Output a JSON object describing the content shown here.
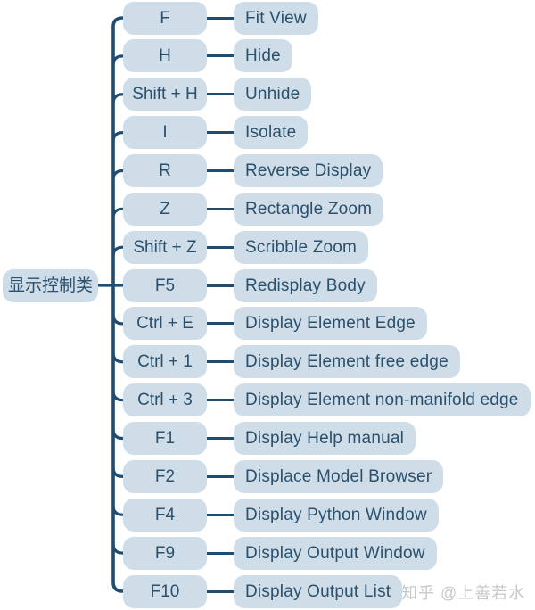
{
  "diagram": {
    "root": {
      "label": "显示控制类"
    },
    "rows": [
      {
        "key": "F",
        "action": "Fit View"
      },
      {
        "key": "H",
        "action": "Hide"
      },
      {
        "key": "Shift + H",
        "action": "Unhide"
      },
      {
        "key": "I",
        "action": "Isolate"
      },
      {
        "key": "R",
        "action": "Reverse Display"
      },
      {
        "key": "Z",
        "action": "Rectangle Zoom"
      },
      {
        "key": "Shift + Z",
        "action": "Scribble Zoom"
      },
      {
        "key": "F5",
        "action": "Redisplay Body"
      },
      {
        "key": "Ctrl + E",
        "action": "Display Element Edge"
      },
      {
        "key": "Ctrl + 1",
        "action": "Display Element free edge"
      },
      {
        "key": "Ctrl + 3",
        "action": "Display Element non-manifold edge"
      },
      {
        "key": "F1",
        "action": "Display Help manual"
      },
      {
        "key": "F2",
        "action": "Displace Model Browser"
      },
      {
        "key": "F4",
        "action": "Display Python Window"
      },
      {
        "key": "F9",
        "action": "Display Output Window"
      },
      {
        "key": "F10",
        "action": "Display Output List"
      }
    ],
    "root_row_index": 7
  },
  "colors": {
    "node_bg": "#cfdde9",
    "node_text": "#2b506c",
    "line": "#1d4d72",
    "watermark": "#c8c8c8"
  },
  "watermark": {
    "text": "知乎 @上善若水"
  }
}
